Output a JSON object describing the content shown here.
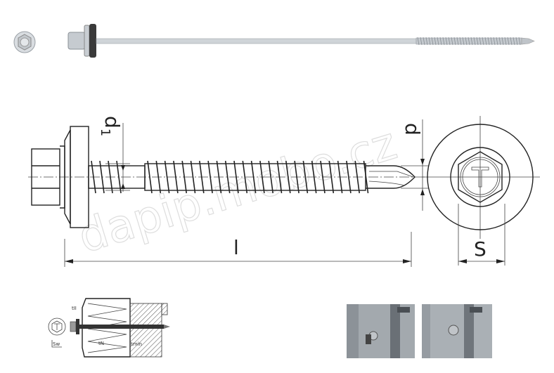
{
  "drawing": {
    "labels": {
      "d1_base": "d",
      "d1_sub": "1",
      "d": "d",
      "l": "l",
      "s": "S"
    },
    "installation_labels": {
      "t_top": "tII",
      "t_mid": "tN",
      "t_min": "tmin",
      "sw": "Sw"
    },
    "watermark": "dapip.mobo.cz",
    "colors": {
      "line": "#222222",
      "metal": "#c8cdd2",
      "washer": "#3a3a3a",
      "panel": "#8a9096"
    }
  }
}
